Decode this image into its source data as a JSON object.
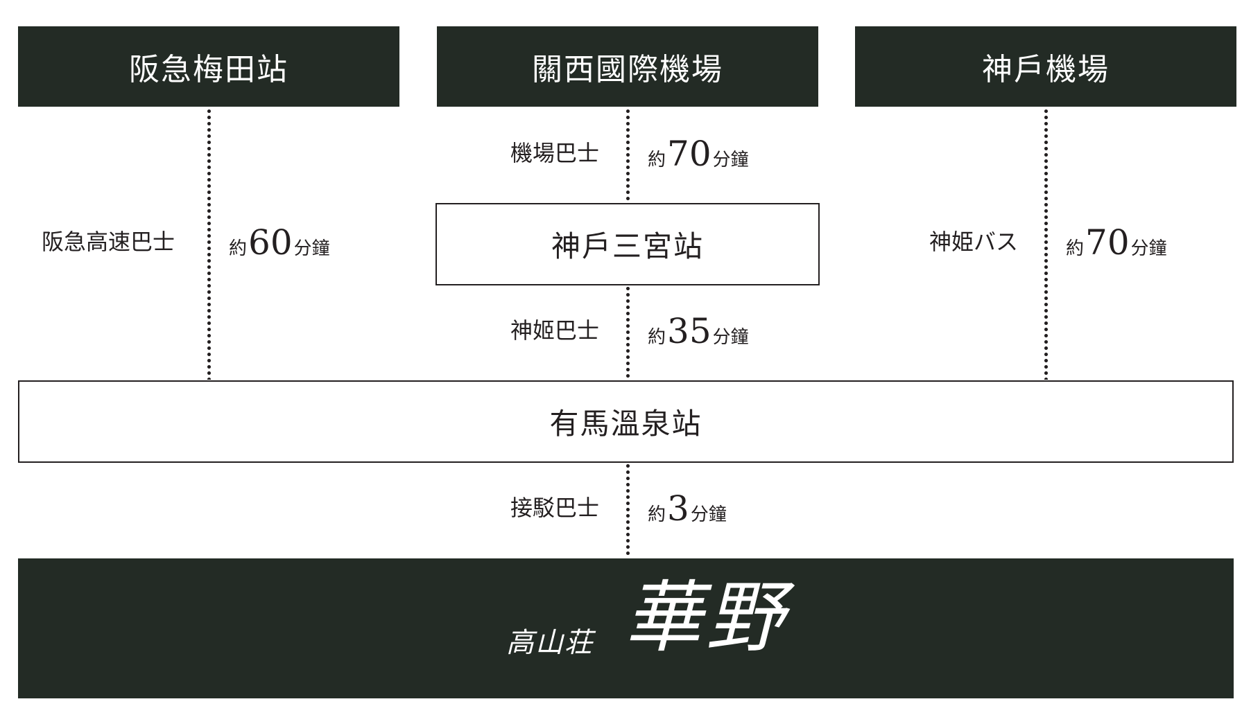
{
  "stations": {
    "umeda": "阪急梅田站",
    "kansai": "關西國際機場",
    "kobe_airport": "神戶機場",
    "sannomiya": "神戶三宮站",
    "arima": "有馬溫泉站"
  },
  "routes": {
    "umeda_arima": {
      "label": "阪急高速巴士",
      "pre": "約",
      "minutes": "60",
      "post": "分鐘"
    },
    "kansai_sannomiya": {
      "label": "機場巴士",
      "pre": "約",
      "minutes": "70",
      "post": "分鐘"
    },
    "sannomiya_arima": {
      "label": "神姬巴士",
      "pre": "約",
      "minutes": "35",
      "post": "分鐘"
    },
    "kobe_airport_arima": {
      "label": "神姫バス",
      "pre": "約",
      "minutes": "70",
      "post": "分鐘"
    },
    "arima_hotel": {
      "label": "接駁巴士",
      "pre": "約",
      "minutes": "3",
      "post": "分鐘"
    }
  },
  "destination": {
    "small": "高山荘",
    "big": "華野"
  },
  "colors": {
    "dark": "#232b25",
    "line": "#231f20"
  }
}
